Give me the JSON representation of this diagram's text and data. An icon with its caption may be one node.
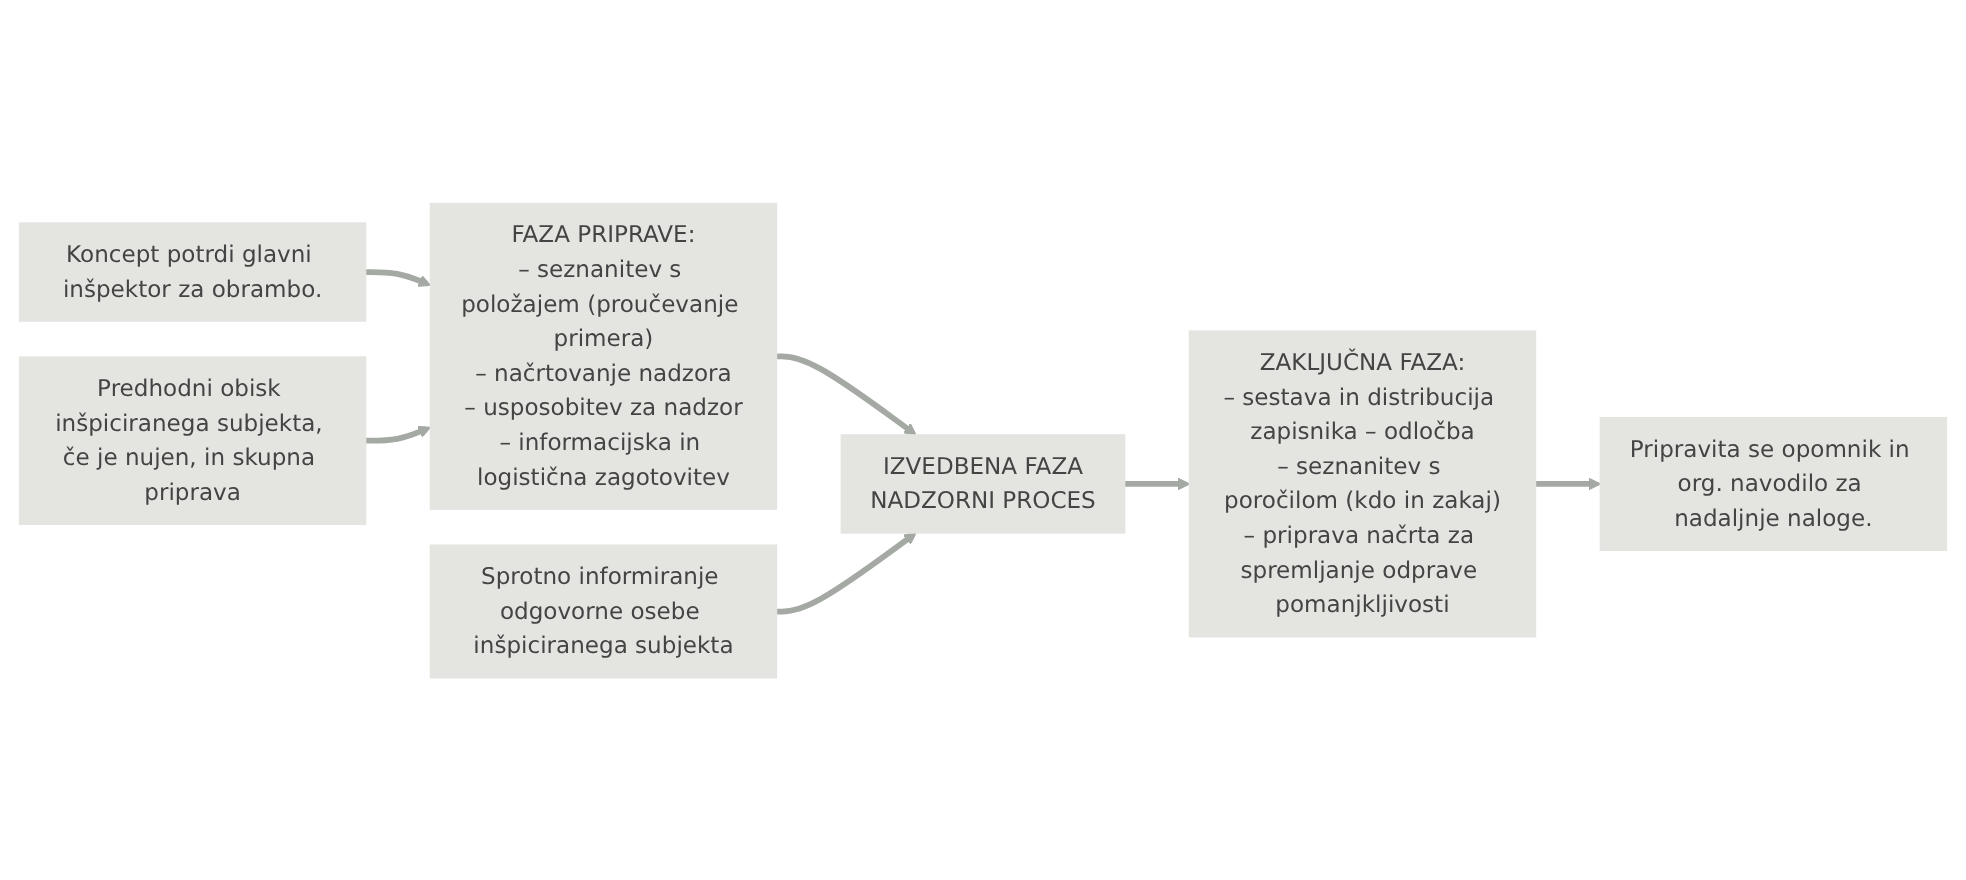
{
  "diagram": {
    "nodes": [
      {
        "text": [
          "FAZA PRIPRAVE:",
          "– seznanitev s položajem (proučevanje primera)",
          "– načrtovanje nadzora",
          "– usposobitev za nadzor",
          "– informacijska in logistična zagotovitev"
        ]
      },
      {
        "text": [
          "IZVEDBENA FAZA",
          "NADZORNI PROCES"
        ]
      },
      {
        "text": [
          "ZAKLJUČNA FAZA:",
          "– sestava in distribucija zapisnika – odločba",
          "– seznanitev s poročilom (kdo in zakaj)",
          "– priprava načrta za spremljanje odprave pomanjkljivosti"
        ]
      },
      {
        "text": [
          "Koncept potrdi glavni inšpektor za obrambo."
        ]
      },
      {
        "text": [
          "Predhodni obisk inšpiciranega subjekta, če je nujen, in skupna priprava"
        ]
      },
      {
        "text": [
          "Sprotno informiranje odgovorne osebe inšpiciranega subjekta"
        ]
      },
      {
        "text": [
          "Pripravita se opomnik in org. navodilo za nadaljnje naloge."
        ]
      }
    ],
    "edges": [
      {
        "from": 0,
        "to": 1,
        "arrow": "to"
      },
      {
        "from": 1,
        "to": 2,
        "arrow": "to"
      },
      {
        "from": 3,
        "to": 0,
        "arrow": "to"
      },
      {
        "from": 4,
        "to": 0,
        "arrow": "to"
      },
      {
        "from": 5,
        "to": 1,
        "arrow": "to"
      },
      {
        "from": 2,
        "to": 6,
        "arrow": "to"
      }
    ]
  }
}
